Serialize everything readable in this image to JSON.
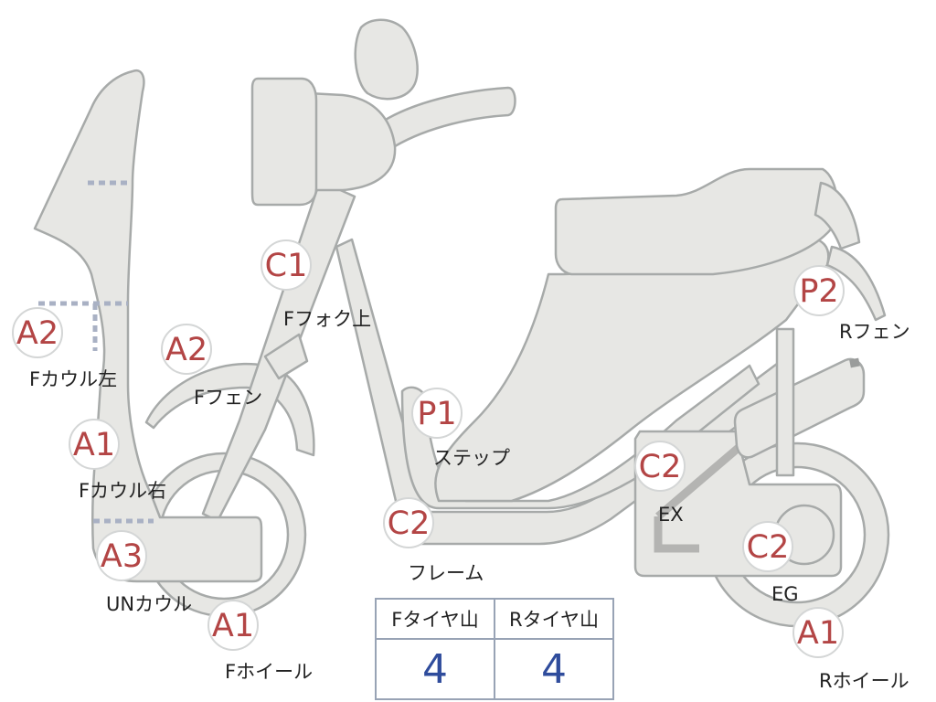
{
  "parts": [
    {
      "id": "f-cowl-left",
      "code": "A2",
      "label": "Fカウル左"
    },
    {
      "id": "f-fender",
      "code": "A2",
      "label": "Fフェン"
    },
    {
      "id": "f-fork-upper",
      "code": "C1",
      "label": "Fフォク上"
    },
    {
      "id": "r-fender",
      "code": "P2",
      "label": "Rフェン"
    },
    {
      "id": "f-cowl-right",
      "code": "A1",
      "label": "Fカウル右"
    },
    {
      "id": "step",
      "code": "P1",
      "label": "ステップ"
    },
    {
      "id": "exhaust",
      "code": "C2",
      "label": "EX"
    },
    {
      "id": "frame",
      "code": "C2",
      "label": "フレーム"
    },
    {
      "id": "un-cowl",
      "code": "A3",
      "label": "UNカウル"
    },
    {
      "id": "engine",
      "code": "C2",
      "label": "EG"
    },
    {
      "id": "f-wheel",
      "code": "A1",
      "label": "Fホイール"
    },
    {
      "id": "r-wheel",
      "code": "A1",
      "label": "Rホイール"
    }
  ],
  "tyre_table": {
    "headers": [
      "Fタイヤ山",
      "Rタイヤ山"
    ],
    "values": [
      "4",
      "4"
    ]
  },
  "colors": {
    "body_fill": "#e7e7e4",
    "body_outline": "#a7aaa9",
    "code_red": "#b34545",
    "value_blue": "#2f4c9c",
    "dash_blue": "#a9b1c4"
  }
}
